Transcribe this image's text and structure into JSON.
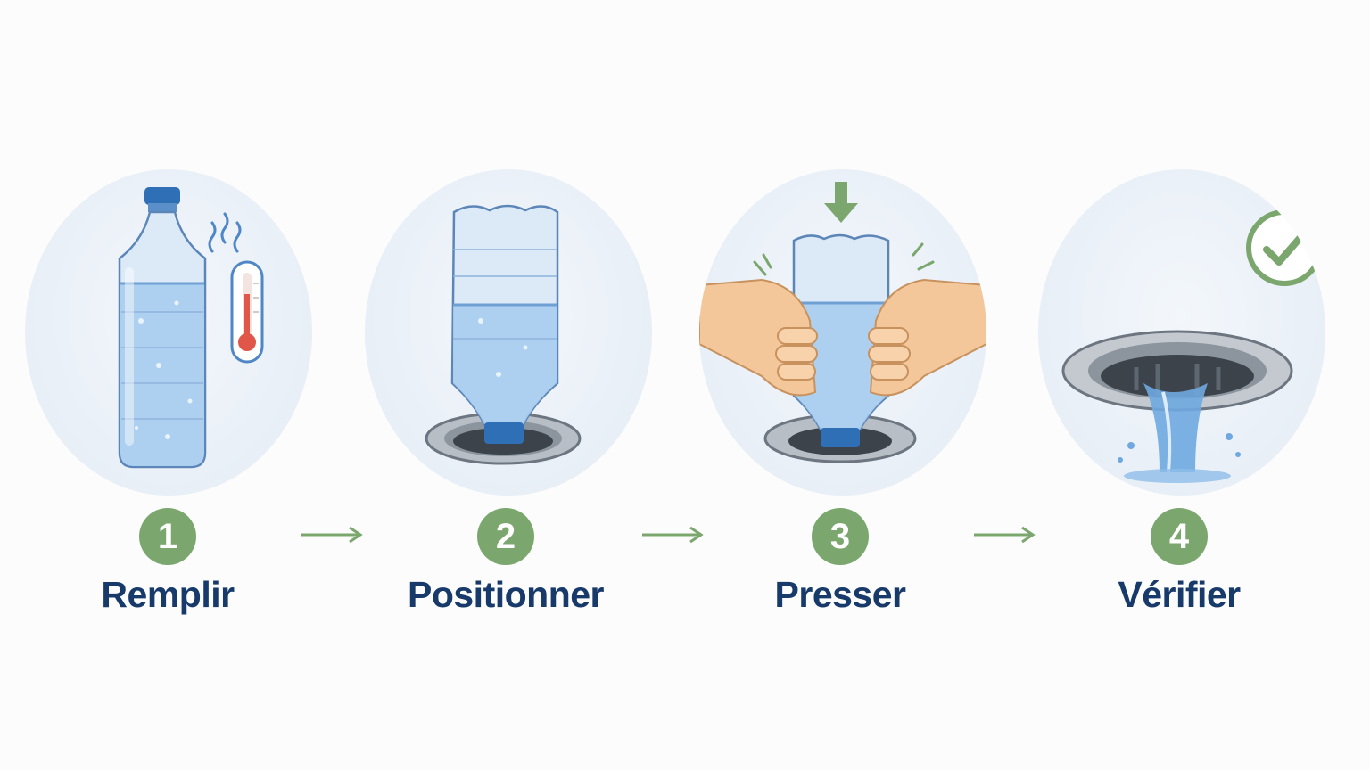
{
  "steps": [
    {
      "number": "1",
      "label": "Remplir"
    },
    {
      "number": "2",
      "label": "Positionner"
    },
    {
      "number": "3",
      "label": "Presser"
    },
    {
      "number": "4",
      "label": "Vérifier"
    }
  ],
  "colors": {
    "background": "#fbfcfb",
    "disc": "#e8eff7",
    "badge": "#7ba76f",
    "label": "#173a6b",
    "water": "#a9cdee",
    "bottle_cap": "#2f6fb5",
    "thermometer_bulb": "#e0574a",
    "skin": "#f4c79a",
    "arrow": "#7ba76f"
  },
  "icons": {
    "step1": [
      "water-bottle-icon",
      "heat-waves-icon",
      "thermometer-icon"
    ],
    "step2": [
      "inverted-bottle-icon",
      "drain-icon"
    ],
    "step3": [
      "press-down-arrow-icon",
      "hands-squeezing-icon",
      "inverted-bottle-icon",
      "drain-icon"
    ],
    "step4": [
      "drain-icon",
      "water-flow-icon",
      "checkmark-icon"
    ],
    "between_steps": "right-arrow-icon"
  }
}
